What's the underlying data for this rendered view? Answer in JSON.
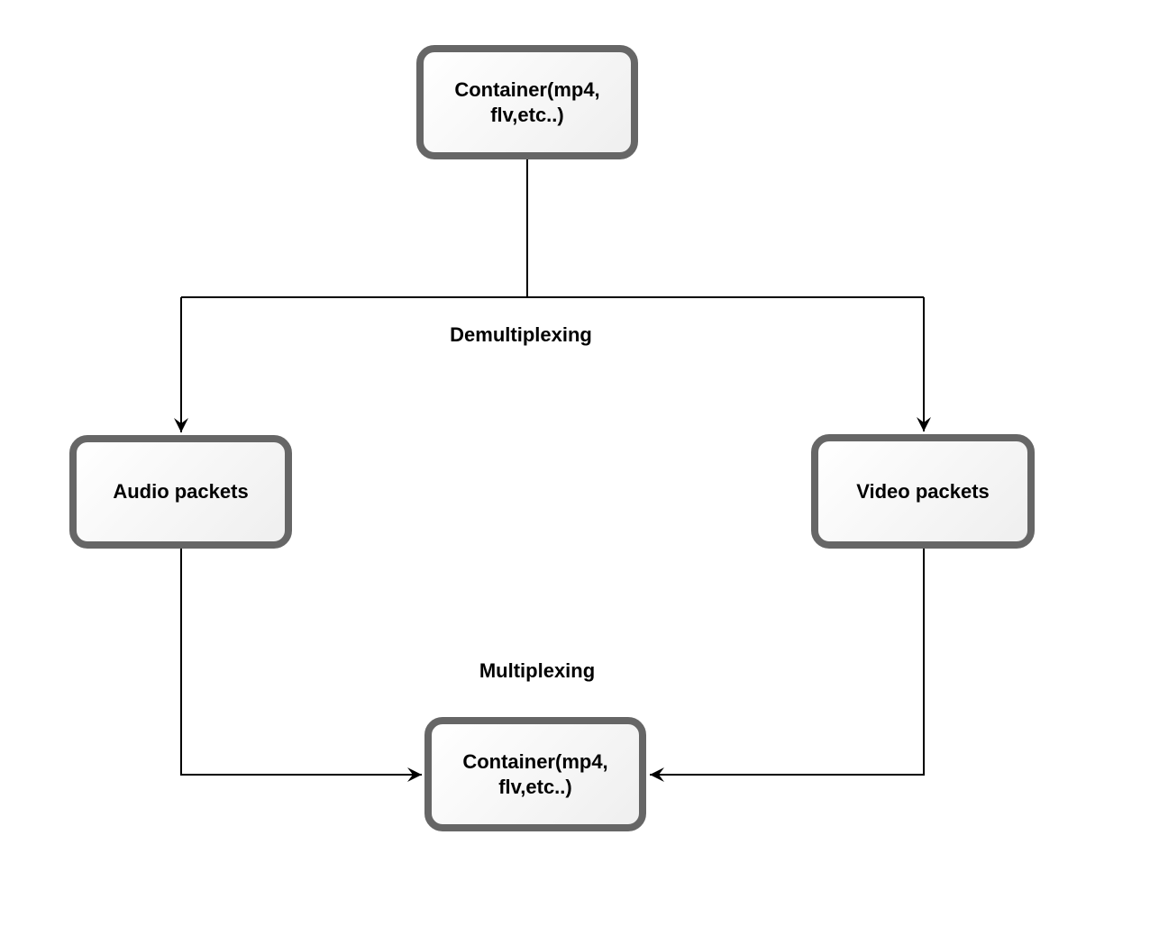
{
  "diagram": {
    "type": "flowchart",
    "nodes": {
      "container_top": {
        "label": "Container(mp4, flv,etc..)"
      },
      "audio_packets": {
        "label": "Audio packets"
      },
      "video_packets": {
        "label": "Video packets"
      },
      "container_bottom": {
        "label": "Container(mp4, flv,etc..)"
      }
    },
    "edge_labels": {
      "demultiplexing": "Demultiplexing",
      "multiplexing": "Multiplexing"
    },
    "edges": [
      {
        "from": "container_top",
        "to": "audio_packets",
        "label": "Demultiplexing",
        "arrow": "end"
      },
      {
        "from": "container_top",
        "to": "video_packets",
        "label": "Demultiplexing",
        "arrow": "end"
      },
      {
        "from": "audio_packets",
        "to": "container_bottom",
        "label": "Multiplexing",
        "arrow": "end"
      },
      {
        "from": "video_packets",
        "to": "container_bottom",
        "label": "Multiplexing",
        "arrow": "end"
      }
    ],
    "colors": {
      "background": "#ffffff",
      "node_border": "#666666",
      "node_fill_top": "#ffffff",
      "node_fill_bottom": "#efefef",
      "connector": "#000000",
      "text": "#000000"
    }
  }
}
